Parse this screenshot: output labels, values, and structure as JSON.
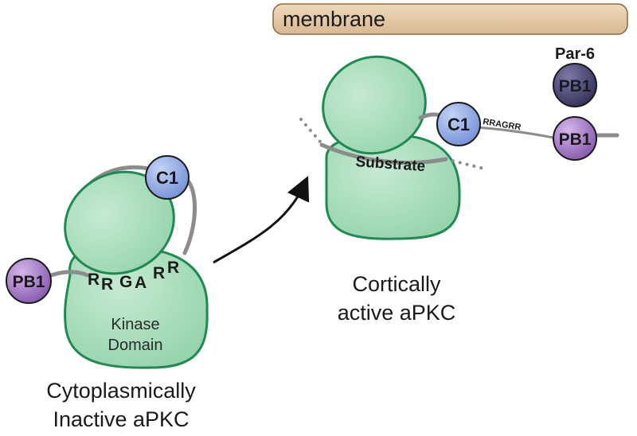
{
  "membrane": {
    "label": "membrane"
  },
  "inactive": {
    "caption_line1": "Cytoplasmically",
    "caption_line2": "Inactive aPKC",
    "kinase_line1": "Kinase",
    "kinase_line2": "Domain",
    "c1": "C1",
    "pb1": "PB1",
    "motif_letters": [
      "R",
      "R",
      "G",
      "A",
      "R",
      "R"
    ]
  },
  "active": {
    "caption_line1": "Cortically",
    "caption_line2": "active aPKC",
    "substrate": "Substrate",
    "c1": "C1",
    "pb1": "PB1",
    "motif": "RRAGRR"
  },
  "par6": {
    "label": "Par-6",
    "pb1": "PB1"
  },
  "colors": {
    "kinase_fill": "#a9dcbc",
    "kinase_stroke": "#1f8a52",
    "c1_fill": "#8fa8e0",
    "pb1_fill": "#9a6bbb",
    "par6_pb1_fill": "#4e4a78",
    "membrane_fill": "#e5c9a8",
    "linker": "#8c8c8c"
  }
}
